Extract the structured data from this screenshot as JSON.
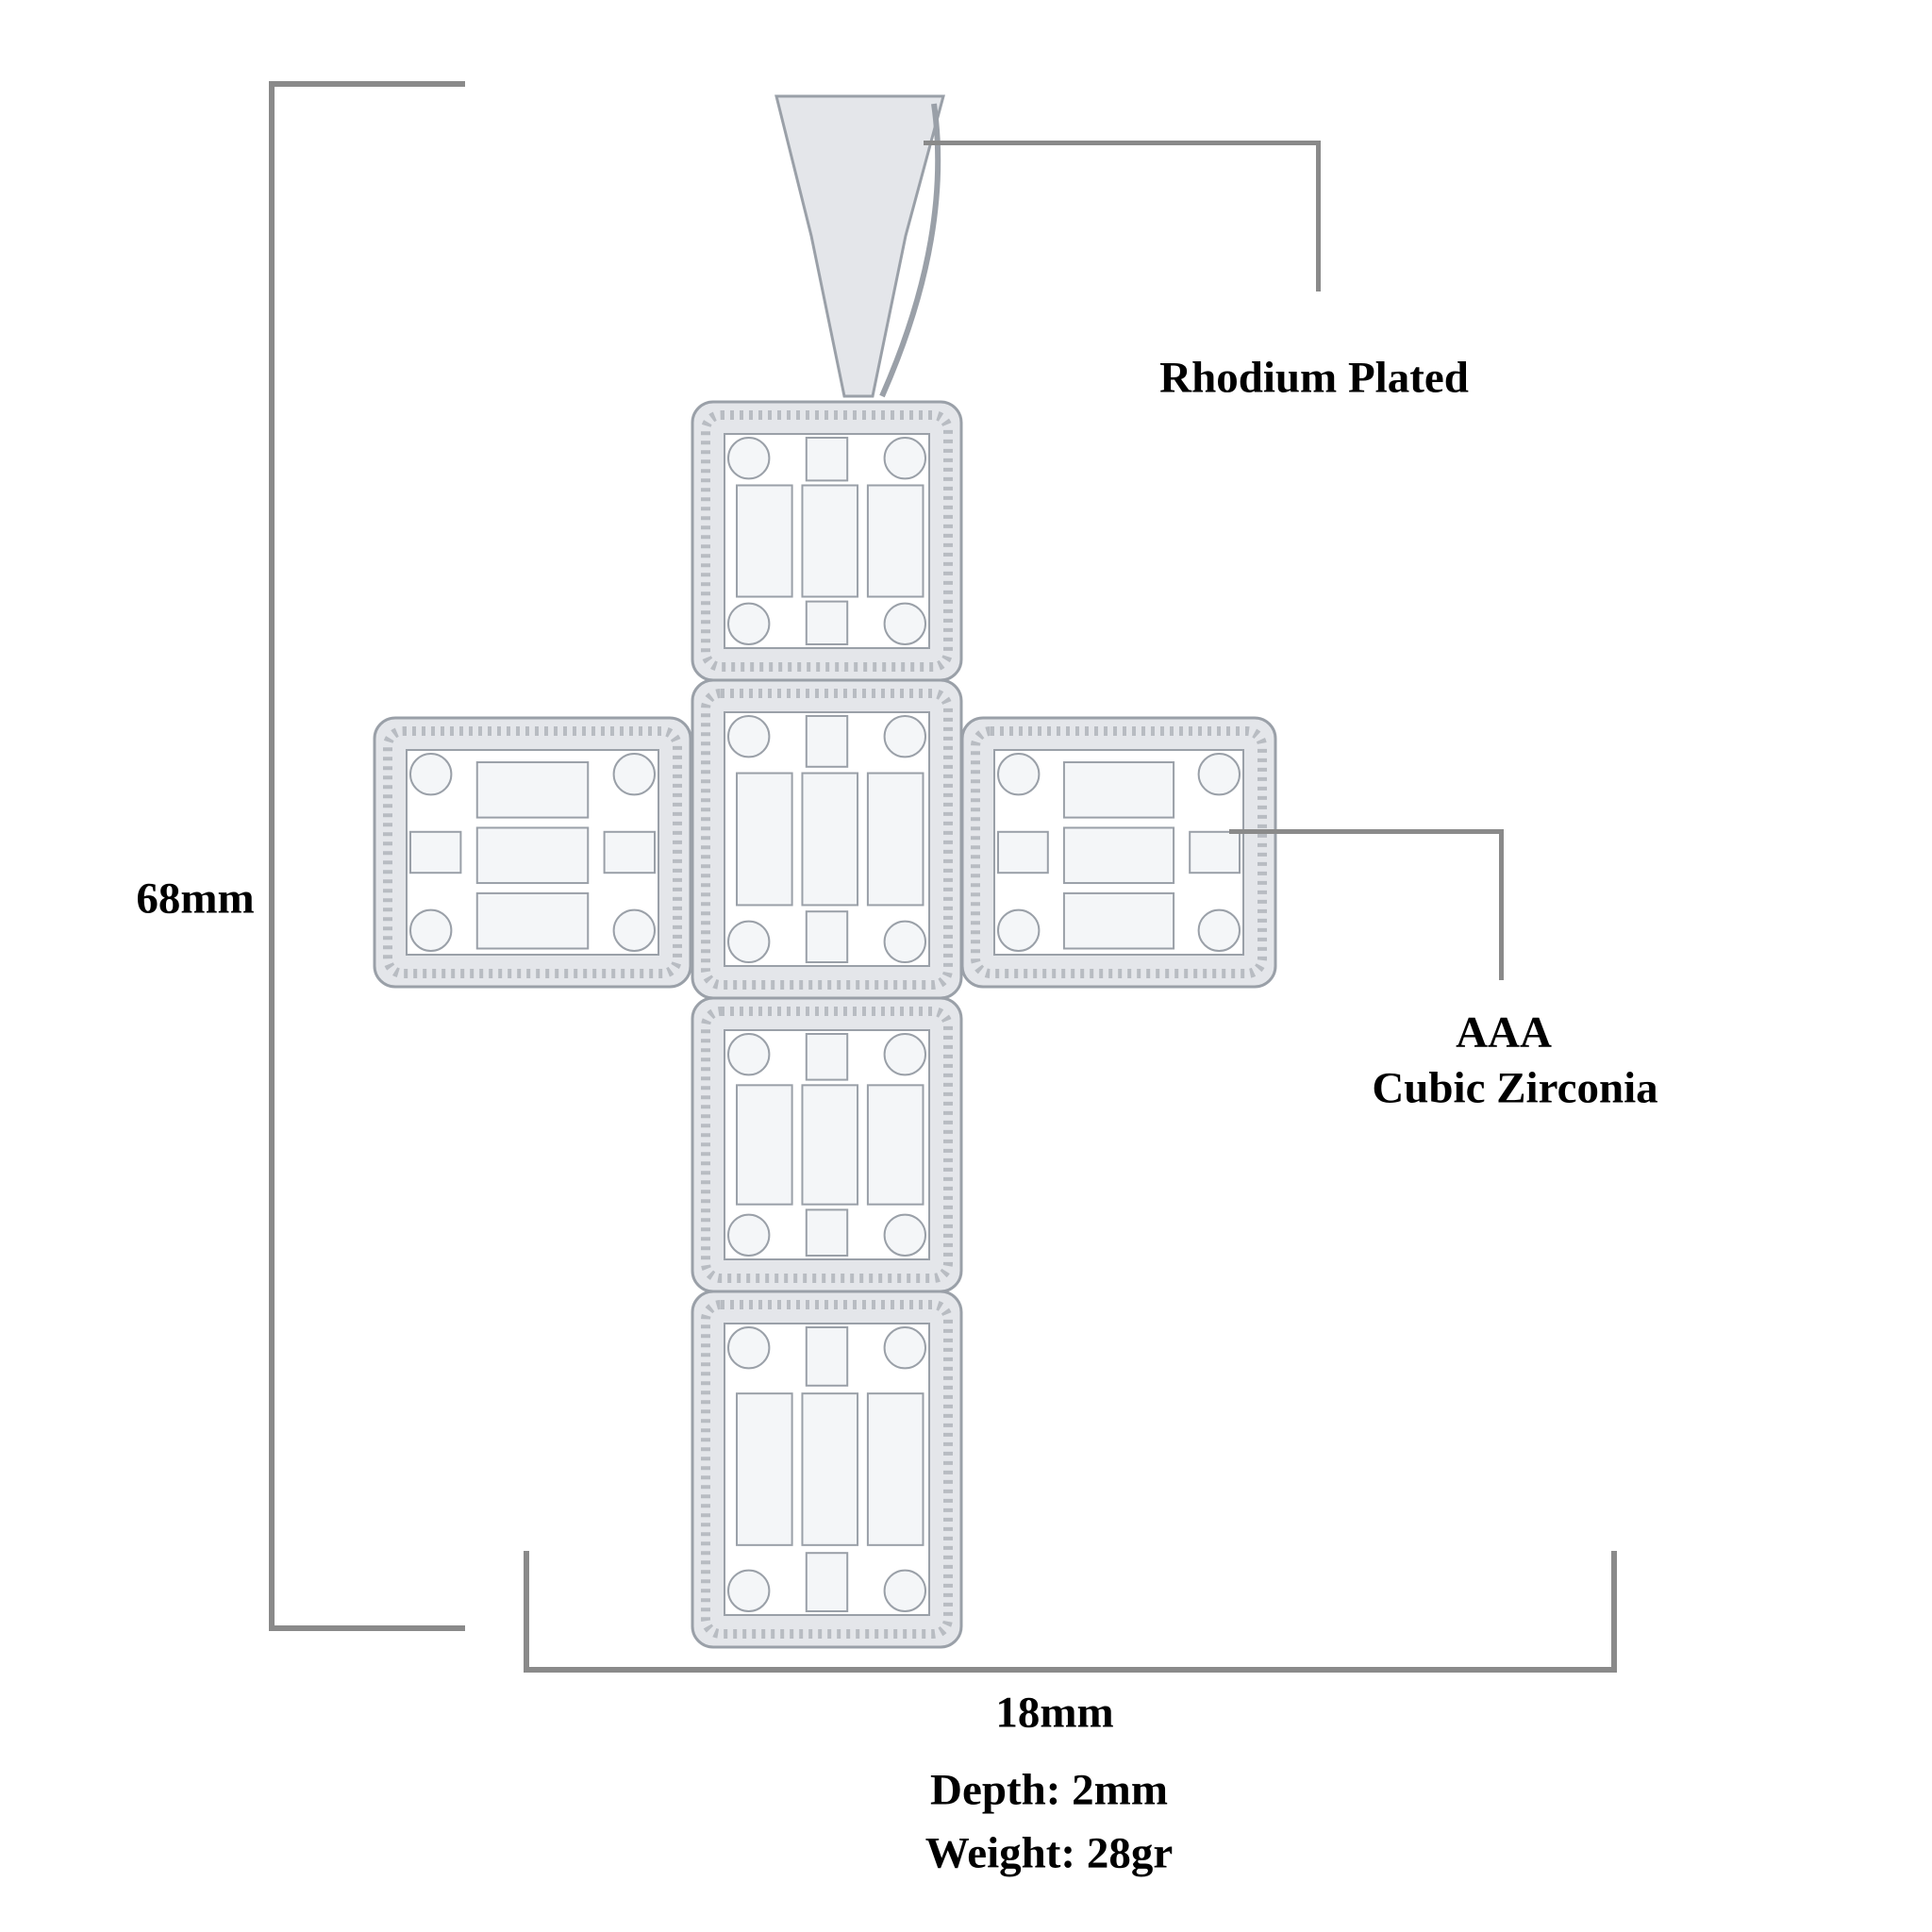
{
  "labels": {
    "height": "68mm",
    "width": "18mm",
    "depth": "Depth: 2mm",
    "weight": "Weight: 28gr",
    "plating": "Rhodium Plated",
    "stone_grade": "AAA",
    "stone_type": "Cubic Zirconia"
  },
  "colors": {
    "dimension_line": "#8a8a8a",
    "metal": "#e4e6ea",
    "stone": "#f4f6f8",
    "stone_edge": "#9aa0a8"
  }
}
